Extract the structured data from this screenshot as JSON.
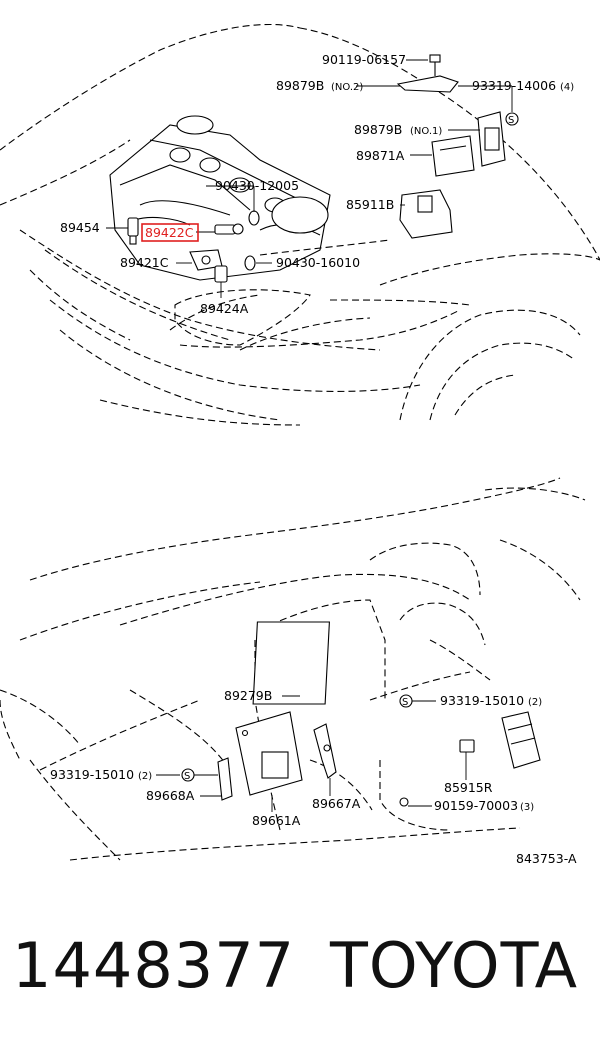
{
  "highlight_color": "#e02020",
  "engine_labels": {
    "p1": "90119-06157",
    "p2": "89879B",
    "p2n": "(NO.2)",
    "p3": "93319-14006",
    "p3n": "(4)",
    "p4": "89879B",
    "p4n": "(NO.1)",
    "p5": "89871A",
    "p6": "90430-12005",
    "p7": "85911B",
    "p8": "89454",
    "p9": "89422C",
    "p10": "89421C",
    "p11": "90430-16010",
    "p12": "89424A"
  },
  "dash_labels": {
    "q1": "89279B",
    "q2": "93319-15010",
    "q2n": "(2)",
    "q3": "93319-15010",
    "q3n": "(2)",
    "q4": "89668A",
    "q5": "89667A",
    "q6": "85915R",
    "q7": "89661A",
    "q8": "90159-70003",
    "q8n": "(3)"
  },
  "figure_code": "843753-A",
  "footer": {
    "doc_number": "1448377",
    "brand": "TOYOTA"
  }
}
